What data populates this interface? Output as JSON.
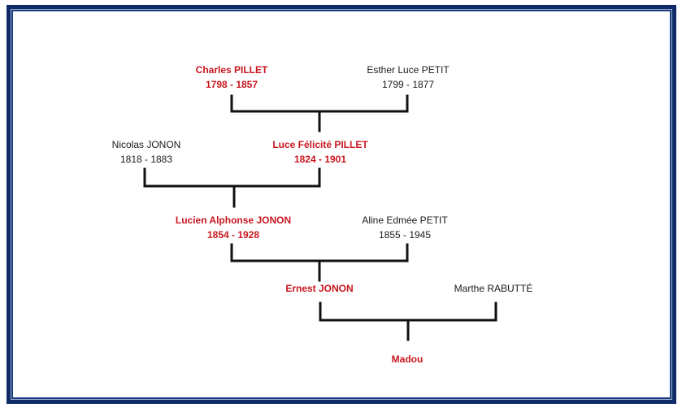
{
  "colors": {
    "frame": "#0f2a66",
    "direct_line": "#c8161d",
    "spouse": "#1a1a1a",
    "connector": "#111111"
  },
  "people": [
    {
      "id": "charles",
      "name": "Charles PILLET",
      "dates": "1798 - 1857",
      "direct_line": true
    },
    {
      "id": "esther",
      "name": "Esther Luce PETIT",
      "dates": "1799 - 1877",
      "direct_line": false
    },
    {
      "id": "nicolas",
      "name": "Nicolas JONON",
      "dates": "1818 - 1883",
      "direct_line": false
    },
    {
      "id": "luce",
      "name": "Luce Félicité PILLET",
      "dates": "1824 - 1901",
      "direct_line": true
    },
    {
      "id": "lucien",
      "name": "Lucien Alphonse JONON",
      "dates": "1854 - 1928",
      "direct_line": true
    },
    {
      "id": "aline",
      "name": "Aline Edmée PETIT",
      "dates": "1855 - 1945",
      "direct_line": false
    },
    {
      "id": "ernest",
      "name": "Ernest JONON",
      "dates": "",
      "direct_line": true
    },
    {
      "id": "marthe",
      "name": "Marthe RABUTTÉ",
      "dates": "",
      "direct_line": false
    },
    {
      "id": "madou",
      "name": "Madou",
      "dates": "",
      "direct_line": true
    }
  ],
  "unions": [
    {
      "parents": [
        "charles",
        "esther"
      ],
      "child": "luce"
    },
    {
      "parents": [
        "nicolas",
        "luce"
      ],
      "child": "lucien"
    },
    {
      "parents": [
        "lucien",
        "aline"
      ],
      "child": "ernest"
    },
    {
      "parents": [
        "ernest",
        "marthe"
      ],
      "child": "madou"
    }
  ]
}
